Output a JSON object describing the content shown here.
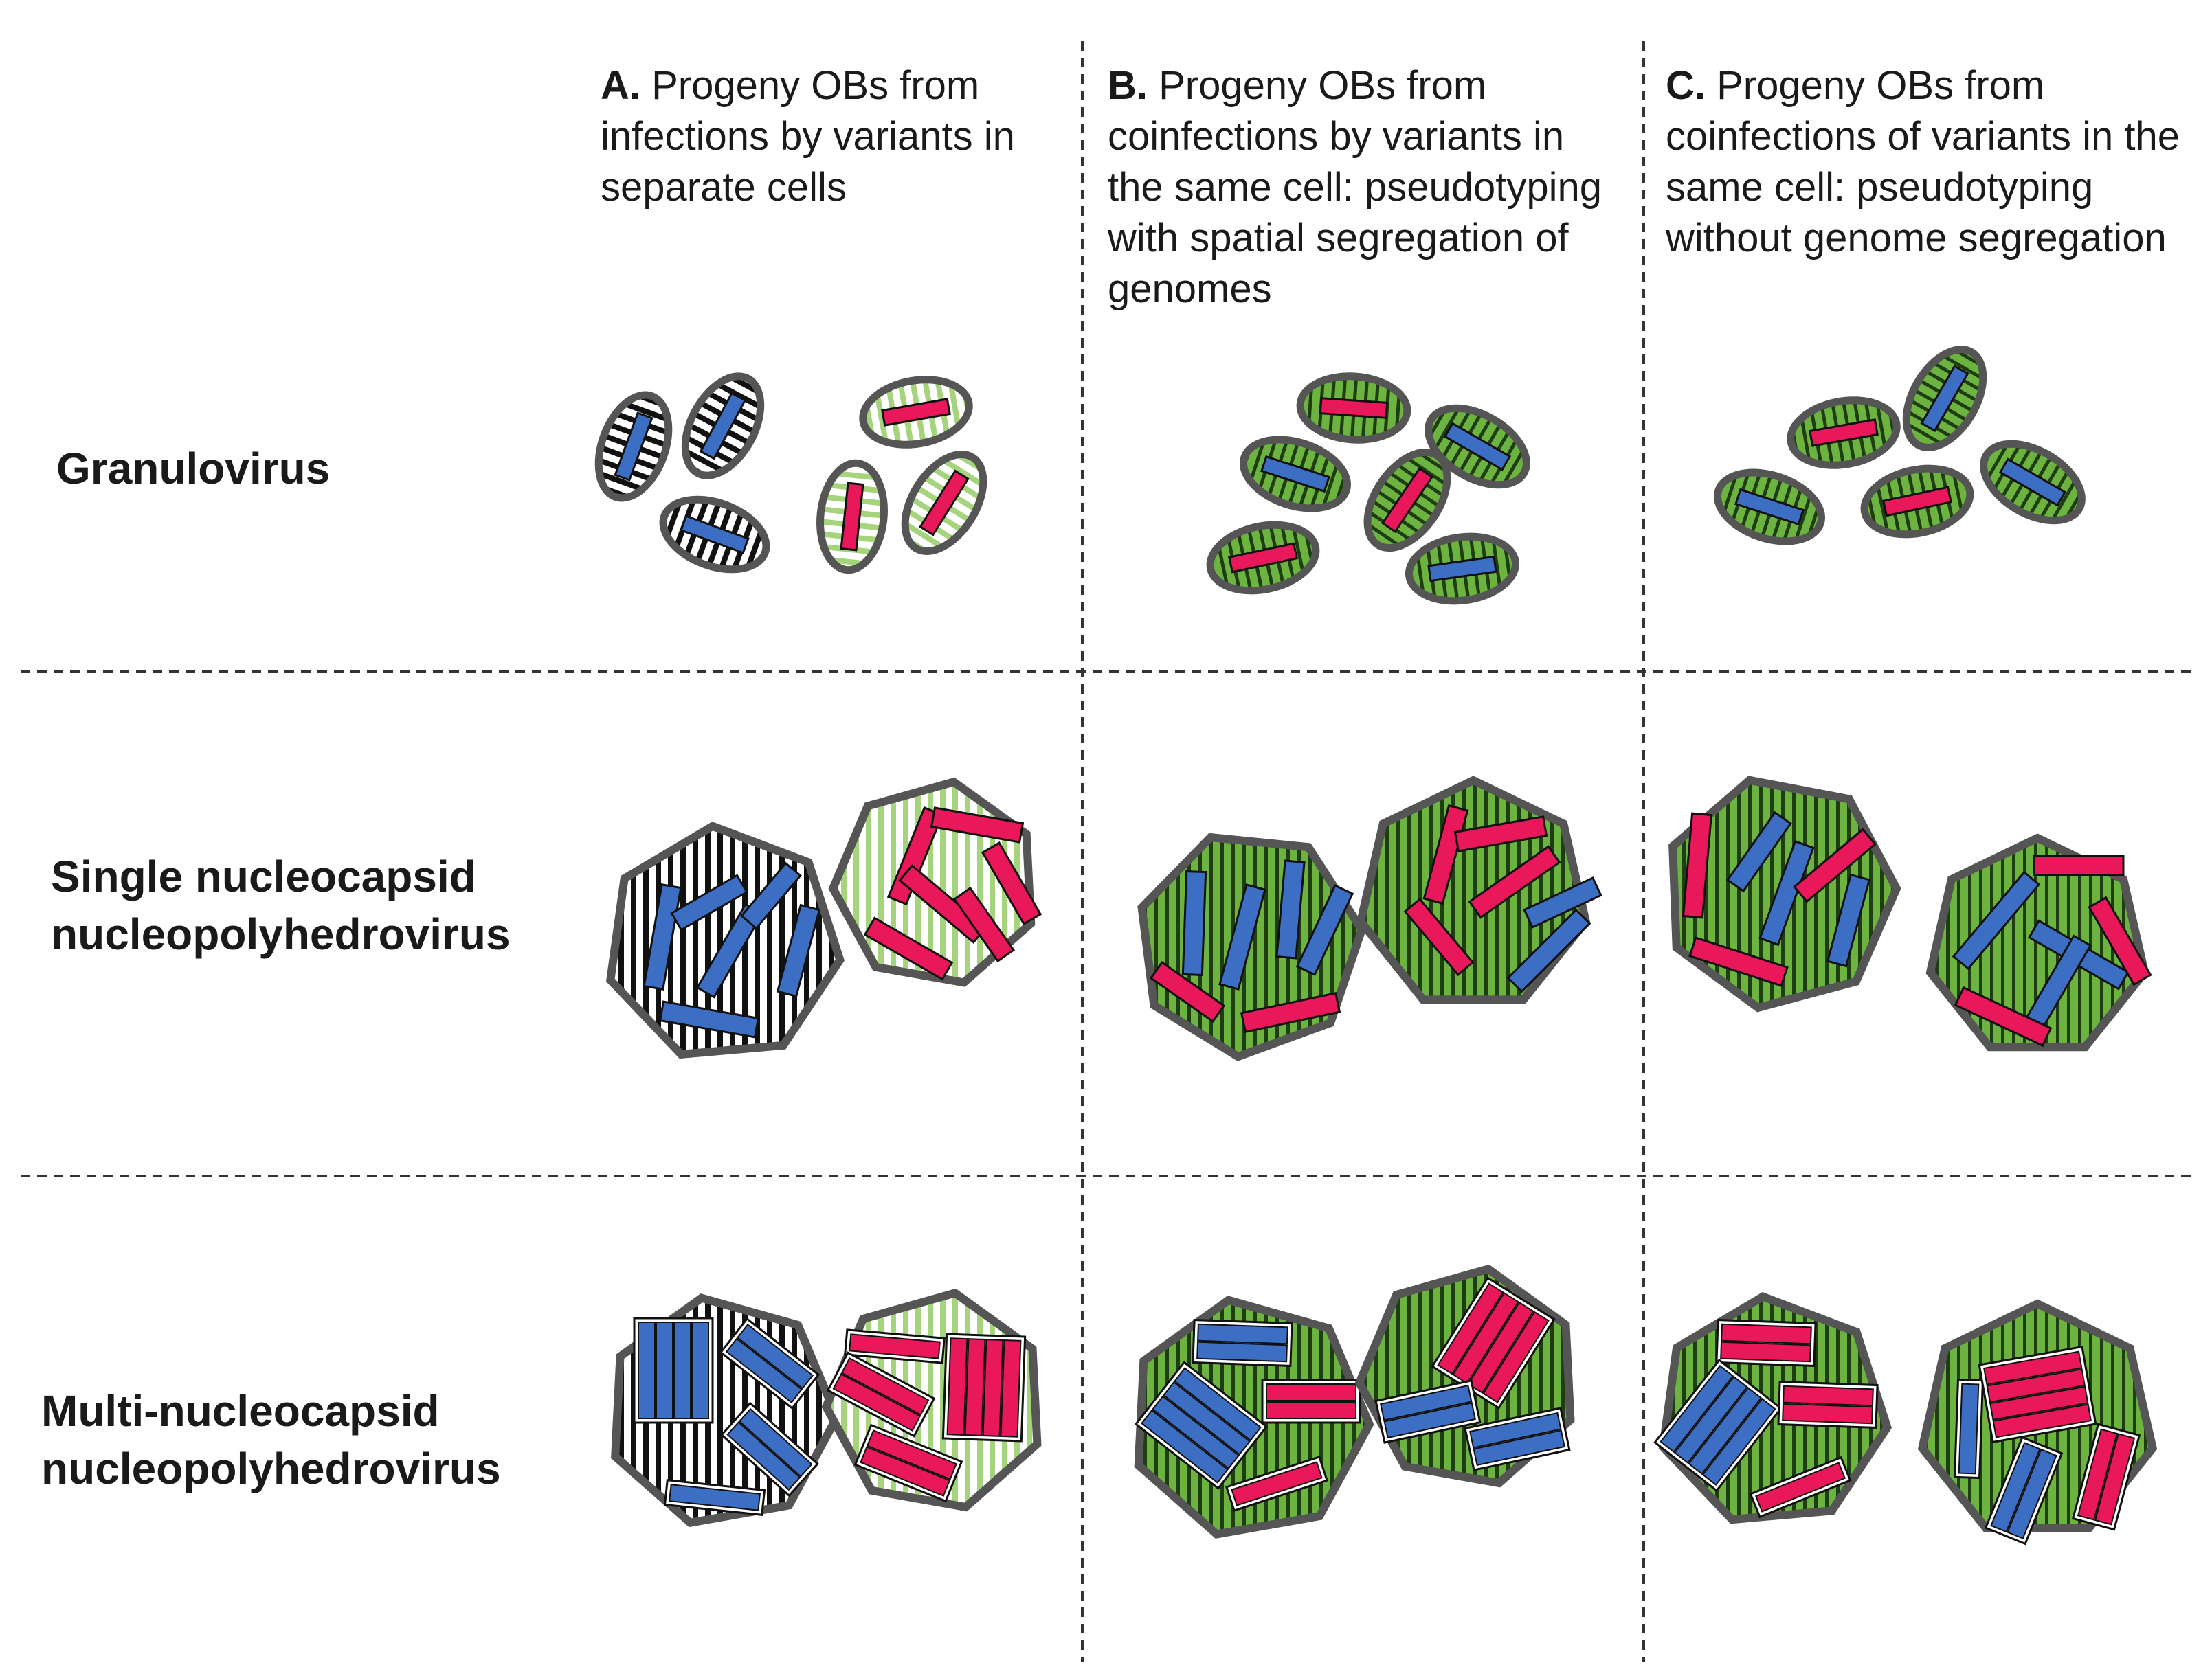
{
  "columns": [
    {
      "letter": "A.",
      "text": "Progeny OBs from infections by variants in separate cells"
    },
    {
      "letter": "B.",
      "text": "Progeny OBs from coinfections by variants in the same cell: pseudotyping with spatial segregation of genomes"
    },
    {
      "letter": "C.",
      "text": "Progeny OBs from coinfections of variants in the same cell: pseudotyping without genome segregation"
    }
  ],
  "rows": [
    {
      "label": "Granulovirus"
    },
    {
      "label": "Single nucleocapsid\nnucleopolyhedrovirus"
    },
    {
      "label": "Multi-nucleocapsid\nnucleopolyhedrovirus"
    }
  ],
  "colors": {
    "variant_blue": "#3c6fc4",
    "variant_red": "#e8185a",
    "matrix_green": "#6cb33f",
    "matrix_light_green": "#a6d47c",
    "matrix_black": "#111111",
    "outline_gray": "#555555",
    "divider": "#333333"
  }
}
